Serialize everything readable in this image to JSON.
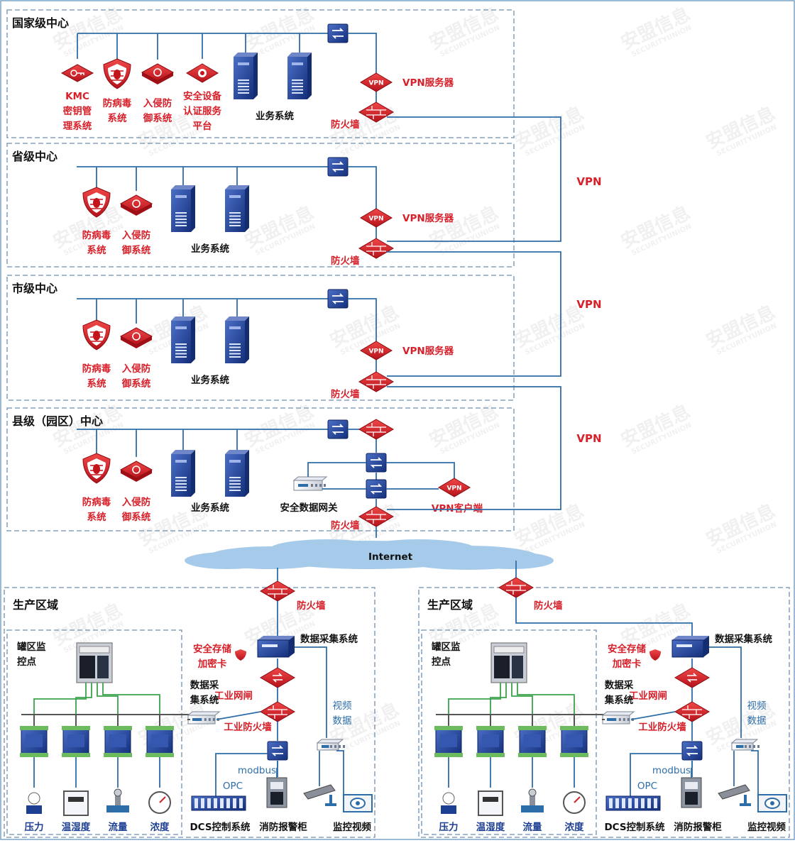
{
  "centers": {
    "national": {
      "title": "国家级中心",
      "apps": [
        "KMC\n密钥管\n理系统",
        "防病毒\n系统",
        "入侵防\n御系统",
        "安全设备\n认证服务\n平台"
      ],
      "business": "业务系统",
      "vpn_server": "VPN服务器",
      "firewall": "防火墙"
    },
    "provincial": {
      "title": "省级中心",
      "apps": [
        "防病毒\n系统",
        "入侵防\n御系统"
      ],
      "business": "业务系统",
      "vpn_server": "VPN服务器",
      "firewall": "防火墙"
    },
    "city": {
      "title": "市级中心",
      "apps": [
        "防病毒\n系统",
        "入侵防\n御系统"
      ],
      "business": "业务系统",
      "vpn_server": "VPN服务器",
      "firewall": "防火墙"
    },
    "county": {
      "title": "县级（园区）中心",
      "apps": [
        "防病毒\n系统",
        "入侵防\n御系统"
      ],
      "business": "业务系统",
      "gateway": "安全数据网关",
      "vpn_client": "VPN客户端",
      "firewall": "防火墙"
    }
  },
  "vpn_links": [
    "VPN",
    "VPN",
    "VPN"
  ],
  "internet": "Internet",
  "vpn_badge": "VPN",
  "zones": [
    {
      "title": "生产区域",
      "firewall": "防火墙",
      "tank_area": "罐区监\n控点",
      "collect_main": "数据采集系统",
      "storage_card": "安全存储\n加密卡",
      "gateway": "工业网闸",
      "collect_sub": "数据采\n集系统",
      "ind_firewall": "工业防火墙",
      "video_data": "视频\n数据",
      "modbus": "modbus",
      "opc": "OPC",
      "sensors": [
        "压力",
        "温湿度",
        "流量",
        "浓度"
      ],
      "dcs": "DCS控制系统",
      "fire_cabinet": "消防报警柜",
      "video": "监控视频"
    },
    {
      "title": "生产区域",
      "firewall": "防火墙",
      "tank_area": "罐区监\n控点",
      "collect_main": "数据采集系统",
      "storage_card": "安全存储\n加密卡",
      "gateway": "工业网闸",
      "collect_sub": "数据采\n集系统",
      "ind_firewall": "工业防火墙",
      "video_data": "视频\n数据",
      "modbus": "modbus",
      "opc": "OPC",
      "sensors": [
        "压力",
        "温湿度",
        "流量",
        "浓度"
      ],
      "dcs": "DCS控制系统",
      "fire_cabinet": "消防报警柜",
      "video": "监控视频"
    }
  ],
  "watermark": {
    "brand": "安盟信息",
    "sub": "SECURITYUNION"
  },
  "colors": {
    "red": "#d8202a",
    "blue": "#1d3f93",
    "wire": "#2e6ea8",
    "zone": "#6f8fb0",
    "cloud": "#a6cbea"
  }
}
